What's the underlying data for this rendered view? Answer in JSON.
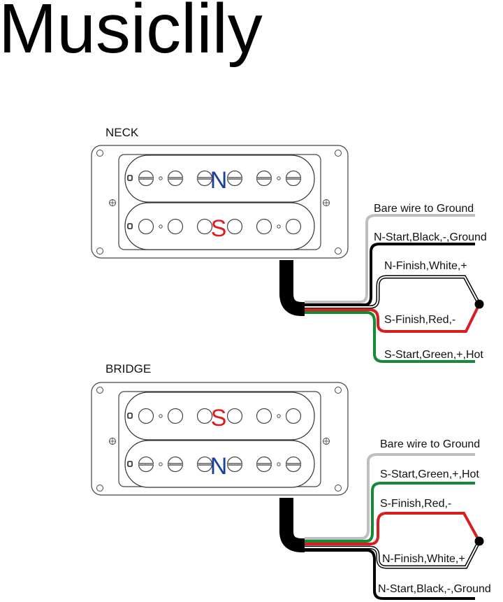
{
  "brand": "Musiclily",
  "colors": {
    "north": "#1a3e9b",
    "south": "#e01b1b",
    "bare": "#bfbfbf",
    "black": "#000000",
    "red": "#d81e1e",
    "green": "#138a36",
    "outline": "#444444"
  },
  "pickups": [
    {
      "id": "neck",
      "label": "NECK",
      "top_coil_pole": "N",
      "bottom_coil_pole": "S",
      "top_coil_screws": "slotted",
      "bottom_coil_screws": "slugs",
      "wires": [
        {
          "label": "Bare wire to Ground",
          "color": "bare"
        },
        {
          "label": "N-Start,Black,-,Ground",
          "color": "black"
        },
        {
          "label": "N-Finish,White,+",
          "color": "white"
        },
        {
          "label": "S-Finish,Red,-",
          "color": "red"
        },
        {
          "label": "S-Start,Green,+,Hot",
          "color": "green"
        }
      ]
    },
    {
      "id": "bridge",
      "label": "BRIDGE",
      "top_coil_pole": "S",
      "bottom_coil_pole": "N",
      "top_coil_screws": "slugs",
      "bottom_coil_screws": "slotted",
      "wires": [
        {
          "label": "Bare wire to Ground",
          "color": "bare"
        },
        {
          "label": "S-Start,Green,+,Hot",
          "color": "green"
        },
        {
          "label": "S-Finish,Red,-",
          "color": "red"
        },
        {
          "label": "N-Finish,White,+",
          "color": "white"
        },
        {
          "label": "N-Start,Black,-,Ground",
          "color": "black"
        }
      ]
    }
  ]
}
